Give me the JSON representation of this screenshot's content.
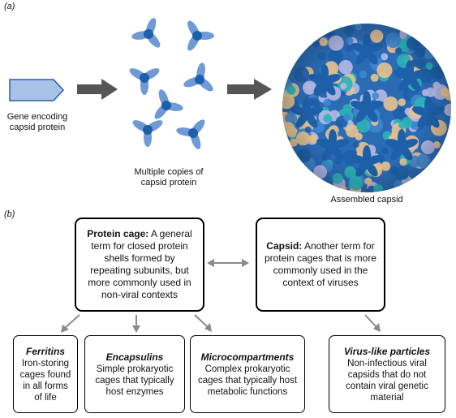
{
  "panel_a": {
    "label": "(a)",
    "gene_caption": [
      "Gene encoding",
      "capsid protein"
    ],
    "copies_caption": [
      "Multiple copies of",
      "capsid protein"
    ],
    "assembled_caption": "Assembled capsid"
  },
  "panel_b": {
    "label": "(b)",
    "protein_cage": {
      "title": "Protein cage:",
      "text": " A general term for closed protein shells formed by repeating subunits, but more commonly used in non-viral contexts"
    },
    "capsid": {
      "title": "Capsid:",
      "text": " Another term for protein cages that is more commonly used in the context of viruses"
    },
    "ferritins": {
      "title": "Ferritins",
      "text": "Iron-storing cages found in all forms of life"
    },
    "encapsulins": {
      "title": "Encapsulins",
      "text": "Simple prokaryotic cages that typically host enzymes"
    },
    "microcompartments": {
      "title": "Microcompartments",
      "text": "Complex prokaryotic cages that typically host metabolic functions"
    },
    "vlps": {
      "title": "Virus-like particles",
      "text": "Non-infectious viral capsids that do not contain viral genetic material"
    }
  },
  "colors": {
    "protein_blue": "#3f78c8",
    "capsid_dark_blue": "#1d5fa8",
    "capsid_teal": "#2bb3b8",
    "capsid_tan": "#e8c28e",
    "capsid_lavender": "#b7b9e4",
    "arrow_dark": "#555555",
    "arrow_grey": "#8a8a8a",
    "gene_fill": "#a9c3e8",
    "gene_stroke": "#2b5da8"
  }
}
